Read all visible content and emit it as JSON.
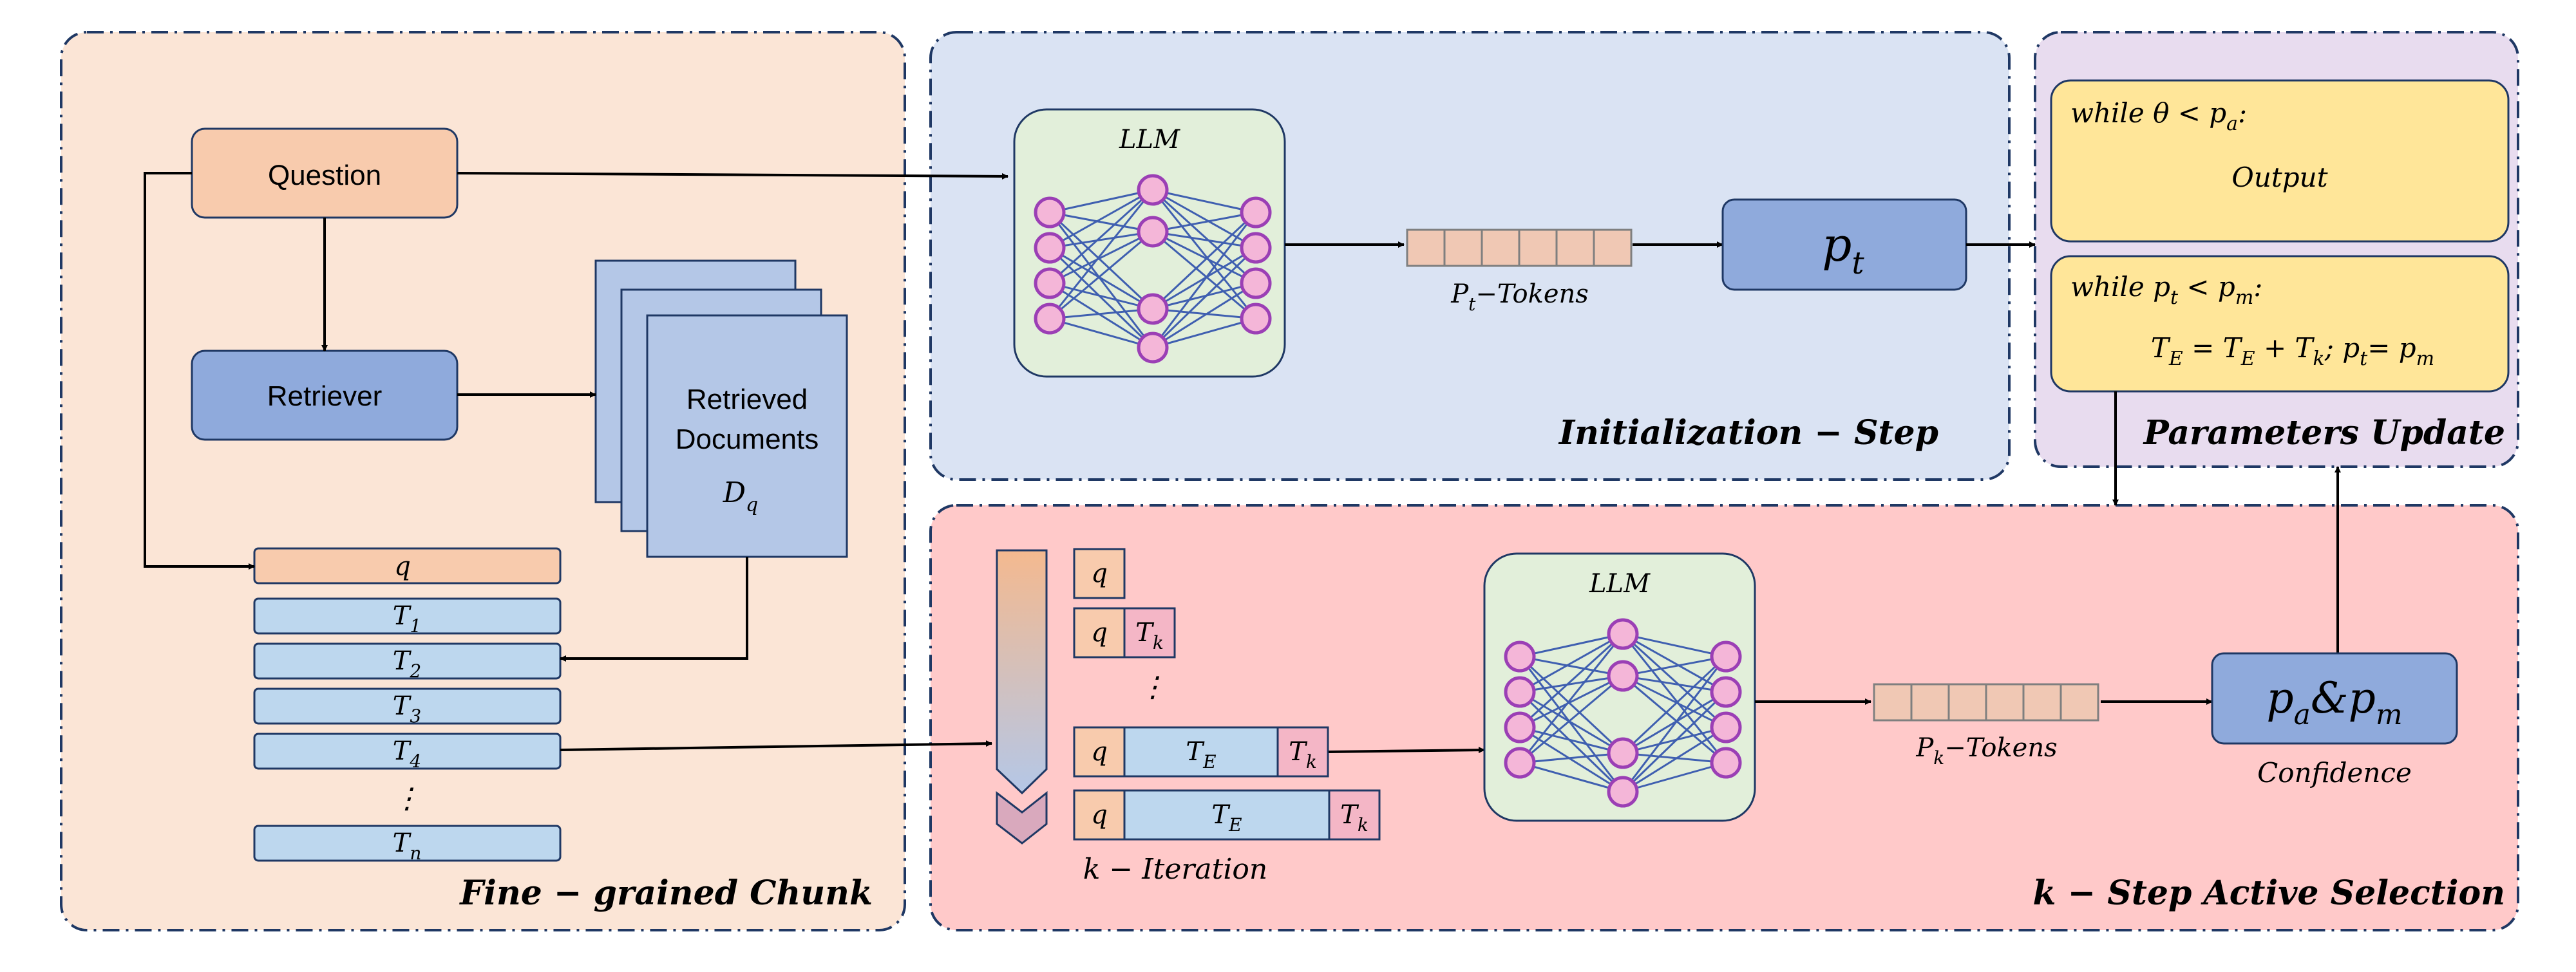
{
  "panels": {
    "chunk_title": "Fine − grained Chunk",
    "init_title": "Initialization − Step",
    "params_title": "Parameters Update",
    "kstep_title": "k − Step  Active Selection"
  },
  "chunk": {
    "question": "Question",
    "retriever": "Retriever",
    "retrieved_line1": "Retrieved",
    "retrieved_line2": "Documents",
    "dq_main": "D",
    "dq_sub": "q",
    "q": "q",
    "chunks": [
      {
        "main": "T",
        "sub": "1"
      },
      {
        "main": "T",
        "sub": "2"
      },
      {
        "main": "T",
        "sub": "3"
      },
      {
        "main": "T",
        "sub": "4"
      },
      {
        "main": "⋮",
        "sub": ""
      },
      {
        "main": "T",
        "sub": "n"
      }
    ]
  },
  "init": {
    "llm": "LLM",
    "tokens_main": "P",
    "tokens_sub": "t",
    "tokens_suffix": "−Tokens",
    "pt_main": "p",
    "pt_sub": "t"
  },
  "params": {
    "box1_line1": "while  θ < p",
    "box1_line1_sub": "a",
    "box1_line1_end": ":",
    "box1_line2": "Output",
    "box2_line1": "while  p",
    "box2_line1_sub1": "t",
    "box2_line1_mid": " < p",
    "box2_line1_sub2": "m",
    "box2_line1_end": ":",
    "box2_line2": "T_E = T_E + T_k;  p_t= p_m"
  },
  "kstep": {
    "q": "q",
    "tk_main": "T",
    "tk_sub": "k",
    "te_main": "T",
    "te_sub": "E",
    "ellipsis": "⋮",
    "iteration": "k − Iteration",
    "llm": "LLM",
    "tokens_main": "P",
    "tokens_sub": "k",
    "tokens_suffix": "−Tokens",
    "conf_main1": "p",
    "conf_sub1": "a",
    "conf_amp": "&",
    "conf_main2": "p",
    "conf_sub2": "m",
    "confidence": "Confidence"
  },
  "colors": {
    "chunk_bg": "#fbe5d6",
    "init_bg": "#dae3f3",
    "params_bg": "#e8dcef",
    "kstep_bg": "#ffc9c9",
    "question_fill": "#f8cbad",
    "retriever_fill": "#8faadc",
    "doc_fill": "#b4c7e7",
    "chunk_fill": "#bdd7ee",
    "llm_fill": "#e2efda",
    "node_fill": "#f4b6d8",
    "node_stroke": "#9b3fb5",
    "edge": "#3f5fb0",
    "token_fill": "#f0c8b4",
    "yellow_fill": "#ffe699",
    "border": "#1f3864"
  }
}
